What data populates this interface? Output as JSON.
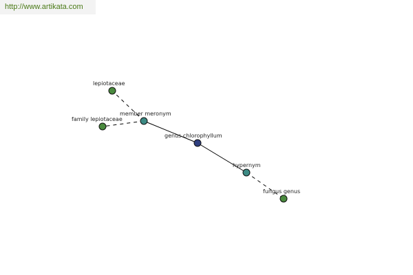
{
  "header": {
    "url": "http://www.artikata.com"
  },
  "colors": {
    "center_node": "#2f3f7f",
    "relation_node": "#3c8a84",
    "leaf_node": "#4a8a3e",
    "node_stroke": "#111111",
    "edge": "#000000",
    "url_text": "#4a7a17"
  },
  "graph": {
    "nodes": {
      "center": "genus chlorophyllum",
      "rel_member": "member meronym",
      "rel_hyper": "hypernym",
      "leaf_lepiotaceae": "lepiotaceae",
      "leaf_family": "family lepiotaceae",
      "leaf_fungus": "fungus genus"
    },
    "edges": [
      {
        "from": "center",
        "to": "rel_member",
        "style": "solid"
      },
      {
        "from": "center",
        "to": "rel_hyper",
        "style": "solid"
      },
      {
        "from": "rel_member",
        "to": "leaf_lepiotaceae",
        "style": "dashed"
      },
      {
        "from": "rel_member",
        "to": "leaf_family",
        "style": "dashed"
      },
      {
        "from": "rel_hyper",
        "to": "leaf_fungus",
        "style": "dashed"
      }
    ]
  }
}
